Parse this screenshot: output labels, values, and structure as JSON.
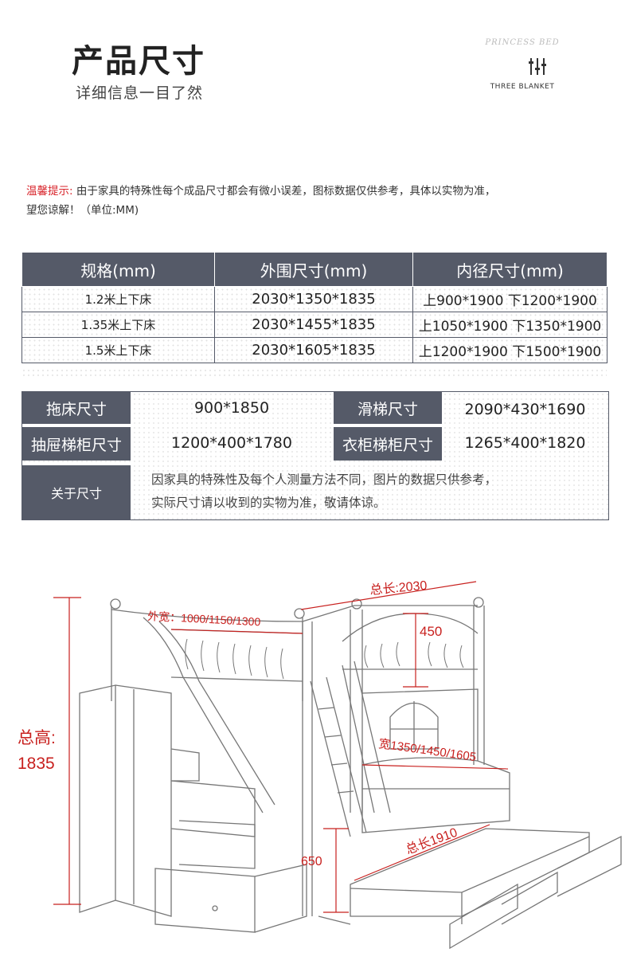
{
  "header": {
    "title": "产品尺寸",
    "subtitle": "详细信息一目了然",
    "brand_script": "PRINCESS BED",
    "brand_name": "THREE BLANKET"
  },
  "notice": {
    "label": "温馨提示:",
    "line1": " 由于家具的特殊性每个成品尺寸都会有微小误差，图标数据仅供参考，具体以实物为准，",
    "line2": "望您谅解！（单位:MM)"
  },
  "spec_table": {
    "headers": [
      "规格(mm)",
      "外围尺寸(mm)",
      "内径尺寸(mm)"
    ],
    "rows": [
      {
        "spec": "1.2米上下床",
        "outer": "2030*1350*1835",
        "inner": "上900*1900  下1200*1900"
      },
      {
        "spec": "1.35米上下床",
        "outer": "2030*1455*1835",
        "inner": "上1050*1900  下1350*1900"
      },
      {
        "spec": "1.5米上下床",
        "outer": "2030*1605*1835",
        "inner": "上1200*1900  下1500*1900"
      }
    ]
  },
  "extra_table": {
    "trundle_label": "拖床尺寸",
    "trundle_value": "900*1850",
    "slide_label": "滑梯尺寸",
    "slide_value": "2090*430*1690",
    "drawer_stair_label": "抽屉梯柜尺寸",
    "drawer_stair_value": "1200*400*1780",
    "wardrobe_stair_label": "衣柜梯柜尺寸",
    "wardrobe_stair_value": "1265*400*1820",
    "about_label": "关于尺寸",
    "about_line1": "因家具的特殊性及每个人测量方法不同，图片的数据只供参考，",
    "about_line2": "实际尺寸请以收到的实物为准，敬请体谅。"
  },
  "diagram": {
    "total_length": "总长:2030",
    "outer_width": "外宽：1000/1150/1300",
    "rail_height": "450",
    "total_height_label": "总高:",
    "total_height_value": "1835",
    "inner_width": "宽1350/1450/1605",
    "bed_length": "总长1910",
    "lower_height": "650",
    "dimension_color": "#c8201e"
  }
}
